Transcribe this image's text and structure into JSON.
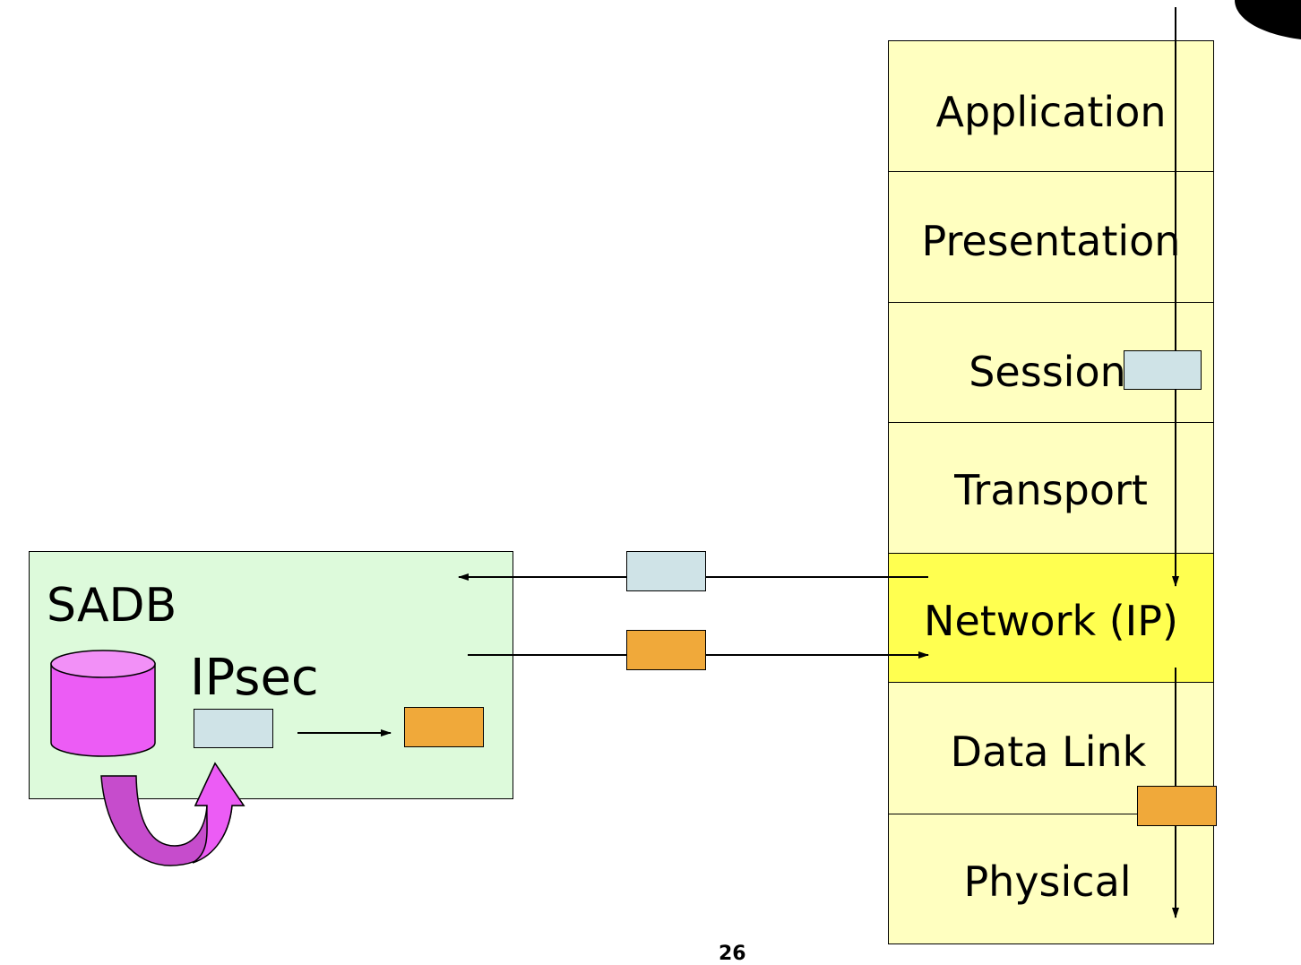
{
  "layers": [
    {
      "label": "Application"
    },
    {
      "label": "Presentation"
    },
    {
      "label": "Session"
    },
    {
      "label": "Transport"
    },
    {
      "label": "Network (IP)"
    },
    {
      "label": "Data Link"
    },
    {
      "label": "Physical"
    }
  ],
  "sadb": {
    "title": "SADB",
    "ipsec_label": "IPsec"
  },
  "page_number": "26",
  "colors": {
    "layer_fill": "#ffffc0",
    "network_fill": "#ffff50",
    "sadb_fill": "#ddfadb",
    "clear_packet": "#cfe3e7",
    "encrypted_packet": "#f0a93a",
    "database": "#ec5cf5",
    "cycle_arrow": "#c64ccc"
  },
  "icons": [
    "database-cylinder-icon",
    "curved-arrow-icon"
  ]
}
